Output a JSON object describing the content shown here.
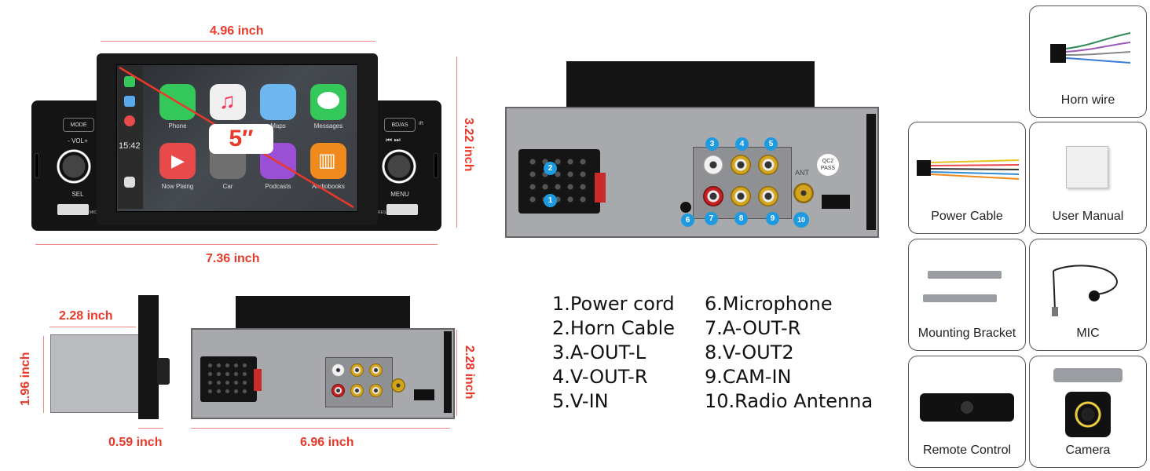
{
  "dimensions": {
    "screen_width": "4.96 inch",
    "unit_height": "3.22 inch",
    "unit_width": "7.36 inch",
    "side_depth": "2.28 inch",
    "side_height": "1.96 inch",
    "faceplate_depth": "0.59 inch",
    "rear_width": "6.96 inch",
    "rear_height": "2.28 inch"
  },
  "screen": {
    "size_badge": "5″",
    "time": "15:42",
    "apps": [
      {
        "label": "Phone",
        "icon": "phone-icon",
        "color": "#34c759"
      },
      {
        "label": "",
        "icon": "music-icon",
        "color": "#f0f0f0"
      },
      {
        "label": "Maps",
        "icon": "maps-icon",
        "color": "#6db7f0"
      },
      {
        "label": "Messages",
        "icon": "messages-icon",
        "color": "#34c759"
      },
      {
        "label": "Now Plaing",
        "icon": "play-icon",
        "color": "#e84a4a"
      },
      {
        "label": "Car",
        "icon": "car-icon",
        "color": "#6f6f6f"
      },
      {
        "label": "Podcasts",
        "icon": "podcasts-icon",
        "color": "#9b4fd6"
      },
      {
        "label": "Andiobooks",
        "icon": "audiobooks-icon",
        "color": "#f08a1c"
      }
    ]
  },
  "faceplate": {
    "mode": "MODE",
    "vol": "- VOL+",
    "sel": "SEL",
    "bd": "BD/AS",
    "ir": "IR",
    "menu": "MENU",
    "mic": "MIC",
    "res": "RES"
  },
  "rear": {
    "callouts": [
      "1",
      "2",
      "3",
      "4",
      "5",
      "6",
      "7",
      "8",
      "9",
      "10"
    ],
    "ant": "ANT",
    "cert": "QC2 PASS"
  },
  "legend": {
    "left": [
      "1.Power cord",
      "2.Horn Cable",
      "3.A-OUT-L",
      "4.V-OUT-R",
      "5.V-IN"
    ],
    "right": [
      "6.Microphone",
      "7.A-OUT-R",
      "8.V-OUT2",
      "9.CAM-IN",
      "10.Radio Antenna"
    ]
  },
  "accessories": {
    "horn_wire": "Horn wire",
    "power_cable": "Power Cable",
    "user_manual": "User Manual",
    "mounting_bracket": "Mounting Bracket",
    "mic": "MIC",
    "remote_control": "Remote Control",
    "camera": "Camera"
  }
}
